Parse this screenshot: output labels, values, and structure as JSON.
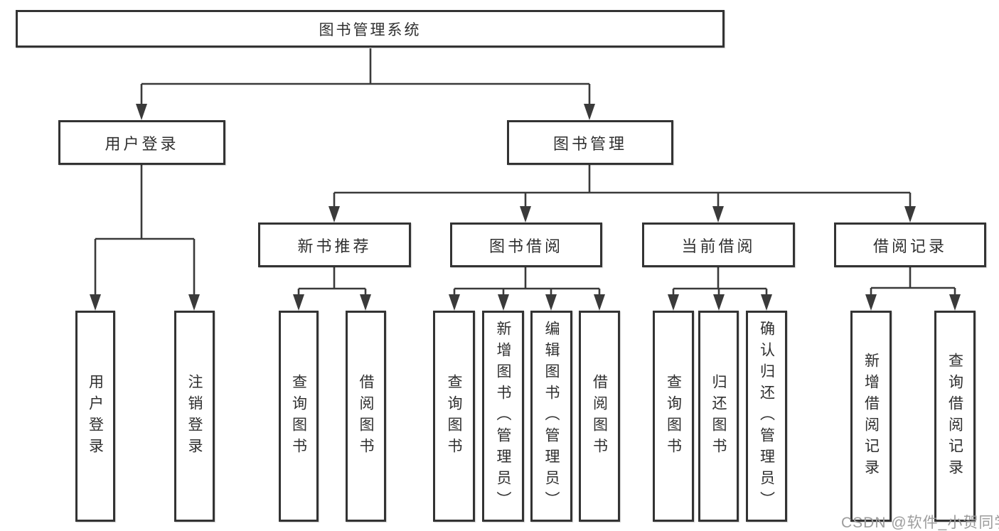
{
  "diagram": {
    "type": "hierarchy-tree",
    "orientation": "top-down",
    "colors": {
      "line": "#3a3a3a",
      "box_border": "#333333",
      "text": "#2f2f2f",
      "watermark": "#9c9c9c",
      "background": "#ffffff"
    }
  },
  "tree": {
    "label": "图书管理系统",
    "children": [
      {
        "label": "用户登录",
        "children": [
          {
            "label": "用户登录"
          },
          {
            "label": "注销登录"
          }
        ]
      },
      {
        "label": "图书管理",
        "children": [
          {
            "label": "新书推荐",
            "children": [
              {
                "label": "查询图书"
              },
              {
                "label": "借阅图书"
              }
            ]
          },
          {
            "label": "图书借阅",
            "children": [
              {
                "label": "查询图书"
              },
              {
                "label": "新增图书（管理员）"
              },
              {
                "label": "编辑图书（管理员）"
              },
              {
                "label": "借阅图书"
              }
            ]
          },
          {
            "label": "当前借阅",
            "children": [
              {
                "label": "查询图书"
              },
              {
                "label": "归还图书"
              },
              {
                "label": "确认归还（管理员）"
              }
            ]
          },
          {
            "label": "借阅记录",
            "children": [
              {
                "label": "新增借阅记录"
              },
              {
                "label": "查询借阅记录"
              }
            ]
          }
        ]
      }
    ]
  },
  "watermark": {
    "text": "CSDN @软件_小贺同学"
  }
}
